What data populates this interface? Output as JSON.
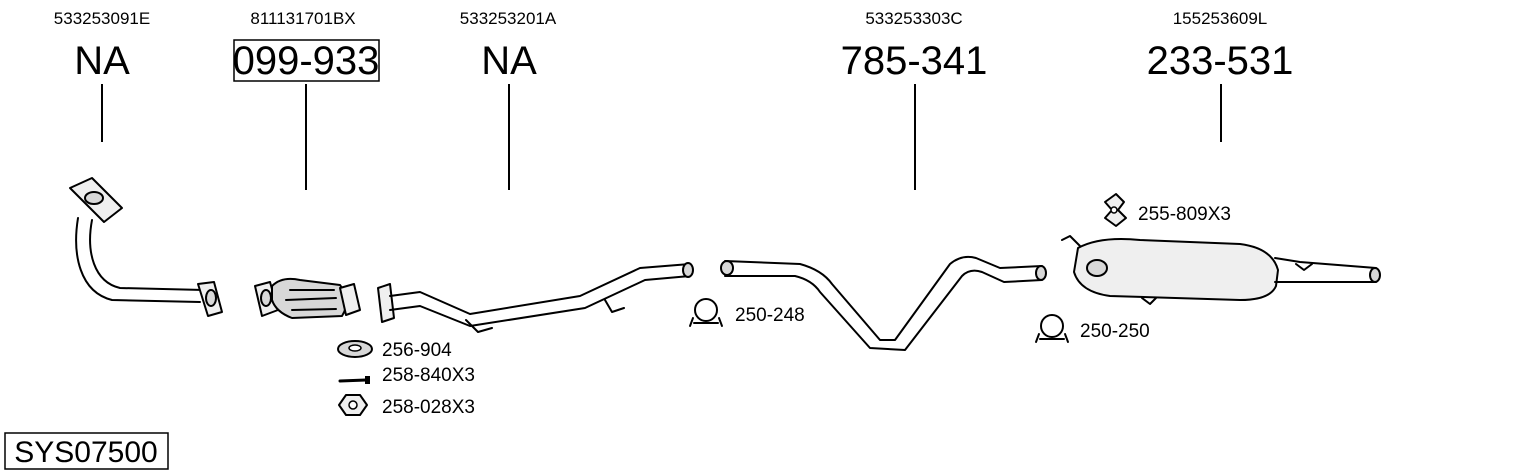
{
  "system_code": "SYS07500",
  "columns": [
    {
      "oem": "533253091E",
      "code": "NA",
      "boxed": false
    },
    {
      "oem": "811131701BX",
      "code": "099-933",
      "boxed": true
    },
    {
      "oem": "533253201A",
      "code": "NA",
      "boxed": false
    },
    {
      "oem": "533253303C",
      "code": "785-341",
      "boxed": false
    },
    {
      "oem": "155253609L",
      "code": "233-531",
      "boxed": false
    }
  ],
  "accessories": {
    "gasket": "256-904",
    "bolt": "258-840X3",
    "nut": "258-028X3",
    "clamp_front": "250-248",
    "clamp_rear": "250-250",
    "hanger": "255-809X3"
  },
  "icons": {
    "gasket": "gasket-icon",
    "bolt": "bolt-icon",
    "nut": "hex-nut-icon",
    "clamp": "pipe-clamp-icon",
    "hanger": "rubber-hanger-icon"
  }
}
